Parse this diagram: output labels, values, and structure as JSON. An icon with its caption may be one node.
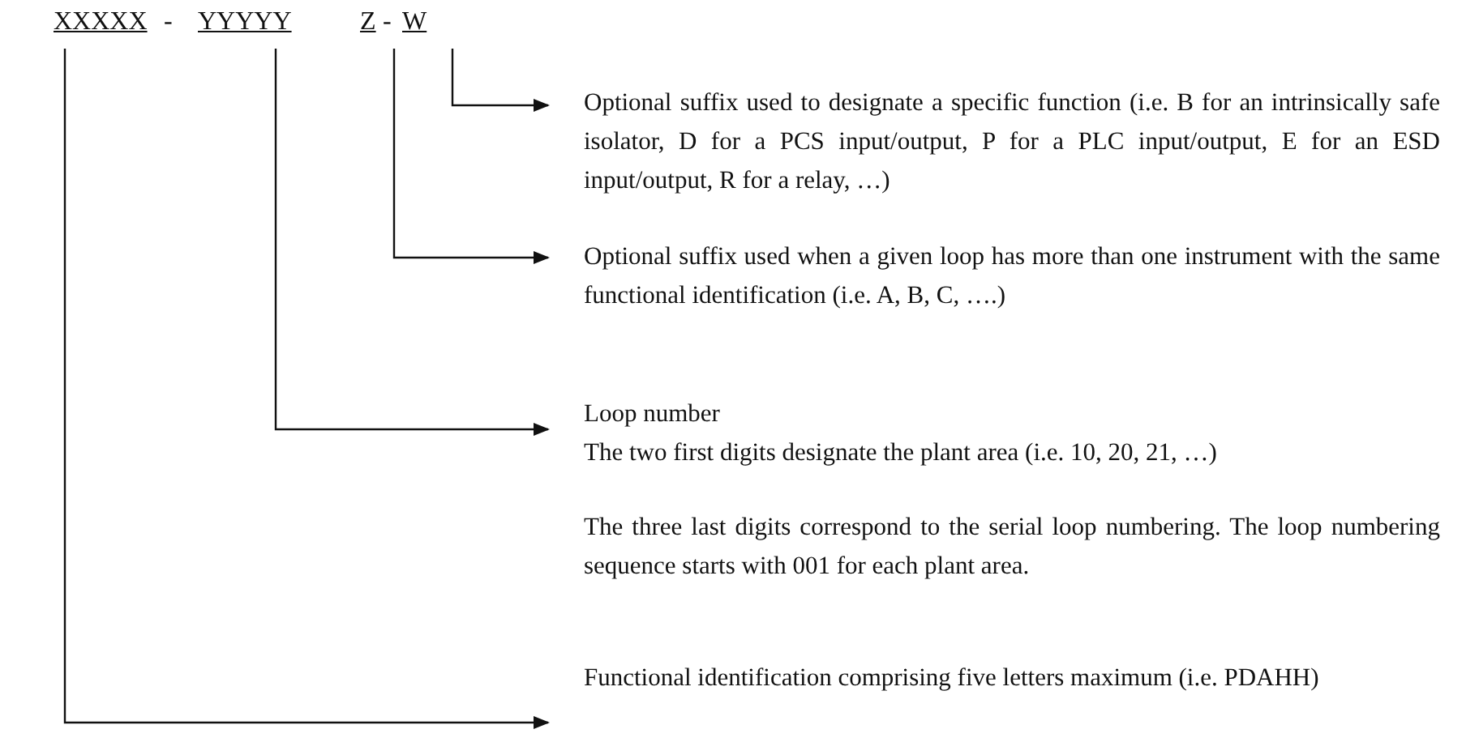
{
  "diagram": {
    "nodes": [
      {
        "text": [
          "XXXXX"
        ]
      },
      {
        "text": [
          "YYYYY"
        ]
      },
      {
        "text": [
          "Z"
        ]
      },
      {
        "text": [
          "W"
        ]
      },
      {
        "text": [
          "Optional suffix used to designate a specific function (i.e. B for an intrinsically safe isolator, D for a PCS input/output, P for a PLC input/output, E for an ESD input/output, R for a relay, …)"
        ]
      },
      {
        "text": [
          "Optional suffix used when a given loop has more than one instrument with the same functional identification (i.e. A, B, C, ….)"
        ]
      },
      {
        "text": [
          "Loop number",
          "The two first digits designate the plant area (i.e. 10, 20, 21, …)",
          "The three last digits correspond to the serial loop numbering. The loop numbering sequence starts with 001 for each plant area."
        ]
      },
      {
        "text": [
          "Functional identification comprising five letters maximum (i.e. PDAHH)"
        ]
      }
    ],
    "edges": [
      {
        "from": 3,
        "to": 4,
        "arrow": "to"
      },
      {
        "from": 2,
        "to": 5,
        "arrow": "to"
      },
      {
        "from": 1,
        "to": 6,
        "arrow": "to"
      },
      {
        "from": 0,
        "to": 7,
        "arrow": "to"
      }
    ],
    "labels": [
      "-",
      "-"
    ]
  }
}
